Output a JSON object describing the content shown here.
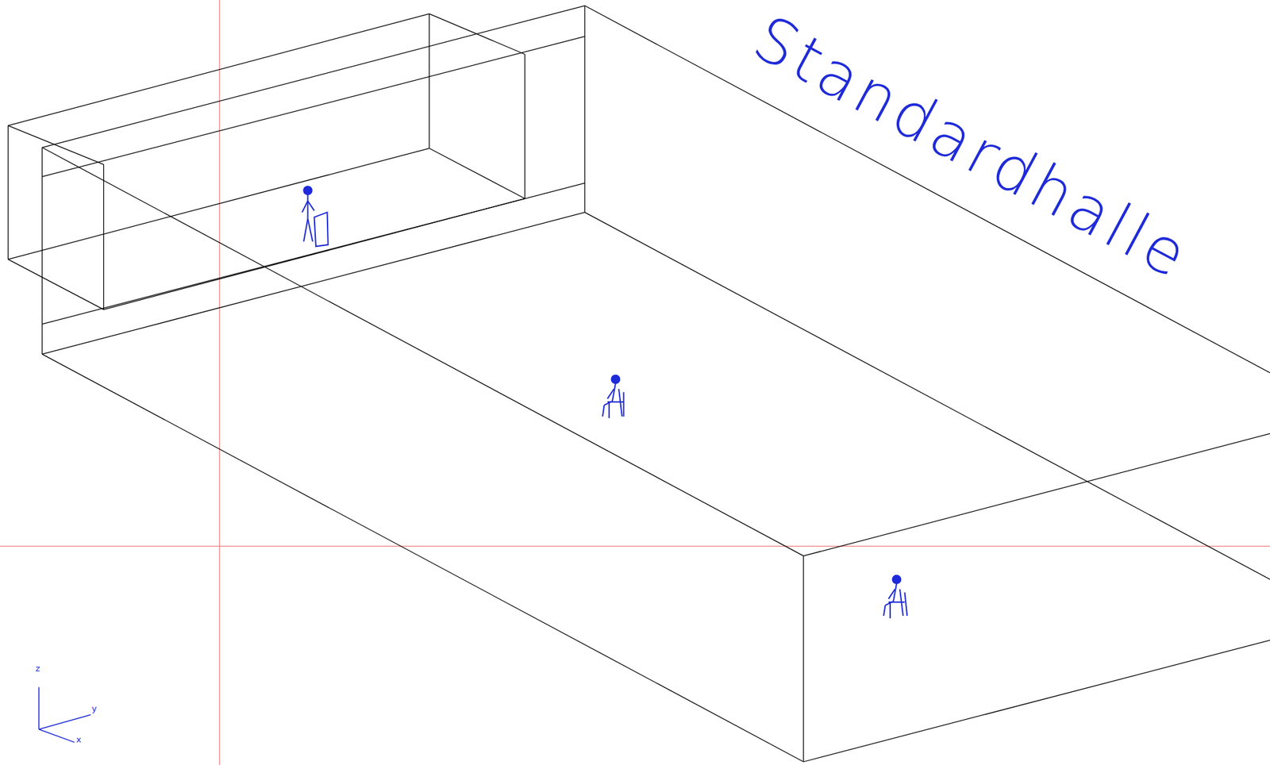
{
  "diagram": {
    "labels": [
      "Standardhalle",
      "z",
      "y",
      "x"
    ]
  }
}
